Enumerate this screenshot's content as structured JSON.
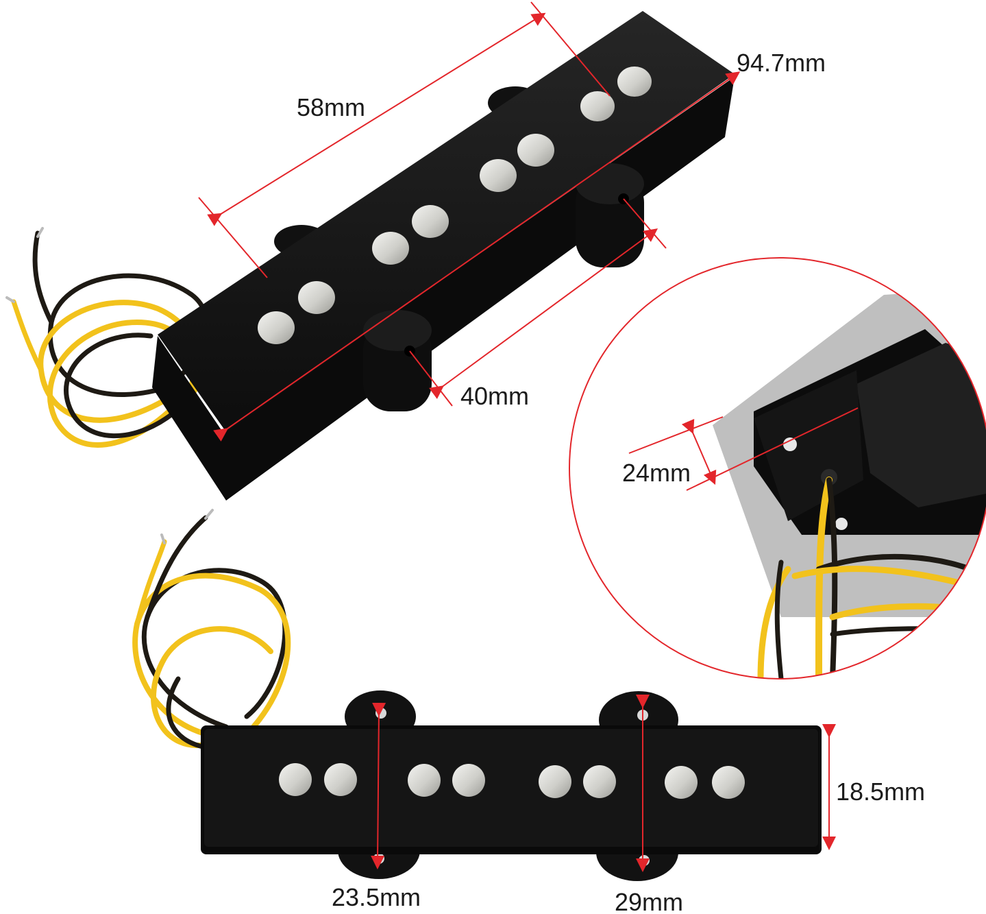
{
  "image": {
    "subject": "Jazz bass guitar pickups with dimension annotations",
    "colors": {
      "pickup_body": "#141414",
      "pole_piece": "#d7d7d2",
      "wire_yellow": "#f2c21c",
      "wire_black": "#1e1a14",
      "dimension_line": "#e3262b",
      "background": "#ffffff"
    }
  },
  "dimensions": {
    "length_top": "58mm",
    "length_total": "94.7mm",
    "mount_spacing": "40mm",
    "height": "24mm",
    "width_body": "18.5mm",
    "width_left_tab": "23.5mm",
    "width_right_tab": "29mm"
  }
}
